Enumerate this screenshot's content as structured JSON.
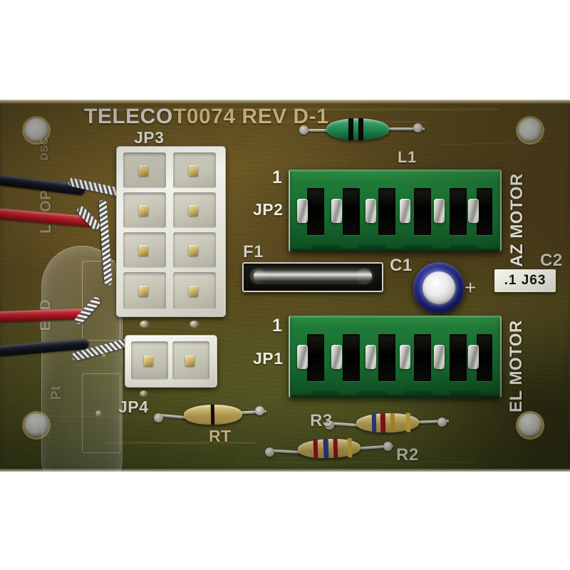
{
  "image": {
    "subject": "printed-circuit-board-photo",
    "background_color": "#ffffff",
    "board_color": "#5b4a1d"
  },
  "board": {
    "silkscreen_title": "TELECO T0074 REV D-1",
    "title_parts": {
      "brand": "TELECO",
      "part": "T0074 REV D-1"
    },
    "designators": {
      "jp3": "JP3",
      "jp2": "JP2",
      "jp1": "JP1",
      "jp4": "JP4",
      "f1": "F1",
      "l1": "L1",
      "c1": "C1",
      "c2": "C2",
      "rt": "RT",
      "r2": "R2",
      "r3": "R3",
      "pin1_jp2": "1",
      "pin1_jp1": "1",
      "plus_marker": "+"
    },
    "port_labels": {
      "az_motor": "AZ MOTOR",
      "el_motor": "EL MOTOR"
    },
    "cap_value_label": ".1 J63",
    "faint_cover_text": [
      "DSC",
      "LOOP",
      "ESD",
      "Pt"
    ]
  },
  "components": {
    "jp3": {
      "name": "JP3",
      "type": "molex-connector",
      "rows": 4,
      "cols": 2,
      "positions": 8,
      "color": "#f2f2ea"
    },
    "jp4": {
      "name": "JP4",
      "type": "molex-connector",
      "rows": 1,
      "cols": 2,
      "positions": 2,
      "color": "#f2f2ea"
    },
    "jp2": {
      "name": "JP2",
      "type": "screw-terminal-block",
      "positions": 6,
      "color": "#17682e",
      "port": "AZ MOTOR"
    },
    "jp1": {
      "name": "JP1",
      "type": "screw-terminal-block",
      "positions": 6,
      "color": "#17682e",
      "port": "EL MOTOR"
    },
    "f1": {
      "name": "F1",
      "type": "cartridge-fuse",
      "color": "#101010"
    },
    "l1": {
      "name": "L1",
      "type": "axial-inductor",
      "body_color": "#1f8f53",
      "bands": [
        "black",
        "black"
      ]
    },
    "c1": {
      "name": "C1",
      "type": "electrolytic-capacitor",
      "body_color": "#2b3190",
      "polarity": "+"
    },
    "rt": {
      "name": "RT",
      "type": "thermistor",
      "body_color": "#b89c4c",
      "bands": [
        "black"
      ]
    },
    "r2": {
      "name": "R2",
      "type": "axial-resistor",
      "body_color": "#d9c278",
      "bands": [
        "red",
        "blue",
        "red",
        "gold"
      ]
    },
    "r3": {
      "name": "R3",
      "type": "axial-resistor",
      "body_color": "#d9c278",
      "bands": [
        "red",
        "blue",
        "red",
        "gold"
      ]
    }
  },
  "wires": [
    {
      "index": 1,
      "color": "black",
      "hex": "#14161f"
    },
    {
      "index": 2,
      "color": "red",
      "hex": "#b01820"
    },
    {
      "index": 3,
      "color": "red",
      "hex": "#b01820"
    },
    {
      "index": 4,
      "color": "black",
      "hex": "#14161f"
    }
  ],
  "mounting_holes": 4
}
